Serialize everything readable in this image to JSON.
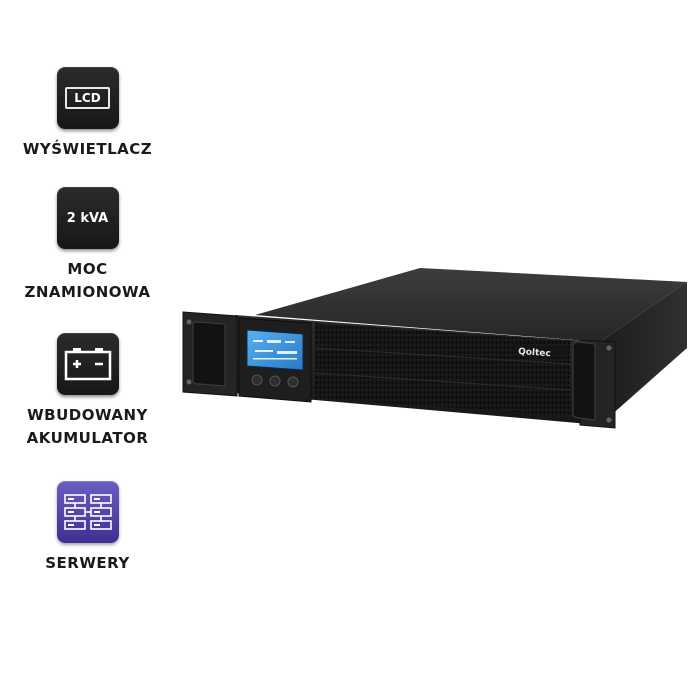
{
  "features": [
    {
      "icon": "lcd-icon",
      "icon_text": "LCD",
      "caption": "WYŚWIETLACZ"
    },
    {
      "icon": "power-rating-icon",
      "icon_text": "2 kVA",
      "caption_line1": "MOC",
      "caption_line2": "ZNAMIONOWA"
    },
    {
      "icon": "battery-icon",
      "caption_line1": "WBUDOWANY",
      "caption_line2": "AKUMULATOR"
    },
    {
      "icon": "server-rack-icon",
      "caption": "SERWERY"
    }
  ],
  "product": {
    "name": "ups-rack-unit",
    "brand": "Qoltec"
  },
  "colors": {
    "tile_dark": "#1f1f1f",
    "tile_purple": "#4a3ba0",
    "lcd_screen": "#3a8fd8",
    "chassis": "#2a2a2a"
  }
}
